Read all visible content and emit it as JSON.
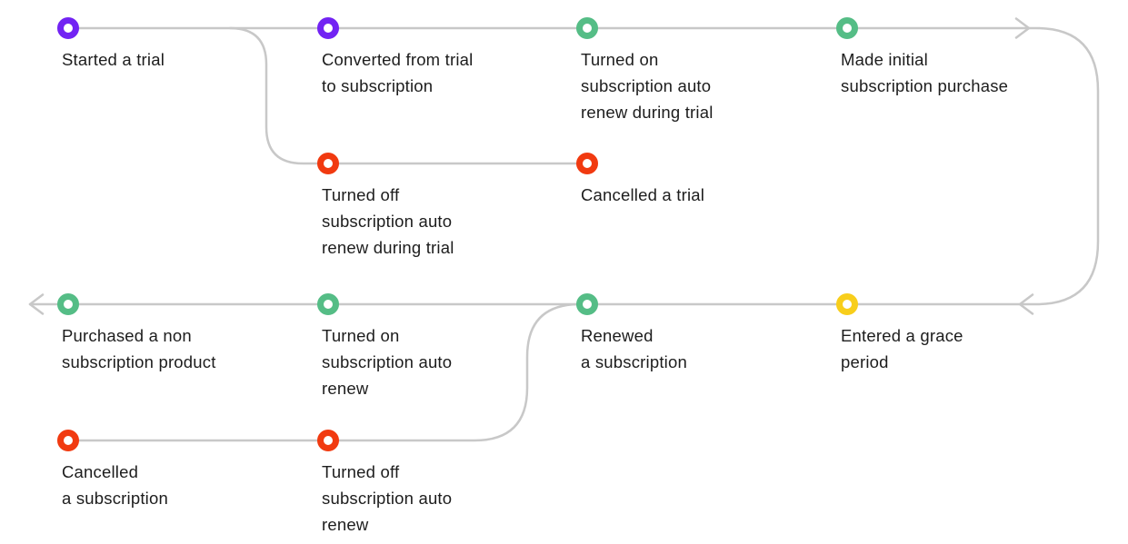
{
  "colors": {
    "purple": "#7223F3",
    "green": "#55BD86",
    "red": "#F13A10",
    "yellow": "#F8CE1B",
    "line": "#C8C8C8",
    "text": "#1D1D1D"
  },
  "nodes": [
    {
      "id": "started-a-trial",
      "label": "Started a trial",
      "color": "purple"
    },
    {
      "id": "converted-from-trial-to-subscription",
      "label": "Converted from trial\nto subscription",
      "color": "purple"
    },
    {
      "id": "turned-on-auto-renew-during-trial",
      "label": "Turned on\nsubscription auto\nrenew during trial",
      "color": "green"
    },
    {
      "id": "made-initial-subscription-purchase",
      "label": "Made initial\nsubscription purchase",
      "color": "green"
    },
    {
      "id": "turned-off-auto-renew-during-trial",
      "label": "Turned off\nsubscription auto\nrenew during trial",
      "color": "red"
    },
    {
      "id": "cancelled-a-trial",
      "label": "Cancelled a trial",
      "color": "red"
    },
    {
      "id": "purchased-a-non-subscription-product",
      "label": "Purchased a non\nsubscription product",
      "color": "green"
    },
    {
      "id": "turned-on-subscription-auto-renew",
      "label": "Turned on\nsubscription auto\nrenew",
      "color": "green"
    },
    {
      "id": "renewed-a-subscription",
      "label": "Renewed\na subscription",
      "color": "green"
    },
    {
      "id": "entered-a-grace-period",
      "label": "Entered a grace\nperiod",
      "color": "yellow"
    },
    {
      "id": "cancelled-a-subscription",
      "label": "Cancelled\na subscription",
      "color": "red"
    },
    {
      "id": "turned-off-subscription-auto-renew",
      "label": "Turned off\nsubscription auto\nrenew",
      "color": "red"
    }
  ],
  "flows": [
    {
      "name": "main-subscription-flow",
      "sequence": [
        "started-a-trial",
        "converted-from-trial-to-subscription",
        "turned-on-auto-renew-during-trial",
        "made-initial-subscription-purchase",
        "entered-a-grace-period",
        "renewed-a-subscription",
        "turned-on-subscription-auto-renew",
        "purchased-a-non-subscription-product"
      ]
    },
    {
      "name": "trial-cancellation-branch",
      "sequence": [
        "started-a-trial",
        "turned-off-auto-renew-during-trial",
        "cancelled-a-trial"
      ]
    },
    {
      "name": "subscription-cancellation-branch",
      "sequence": [
        "cancelled-a-subscription",
        "turned-off-subscription-auto-renew",
        "renewed-a-subscription"
      ]
    }
  ]
}
